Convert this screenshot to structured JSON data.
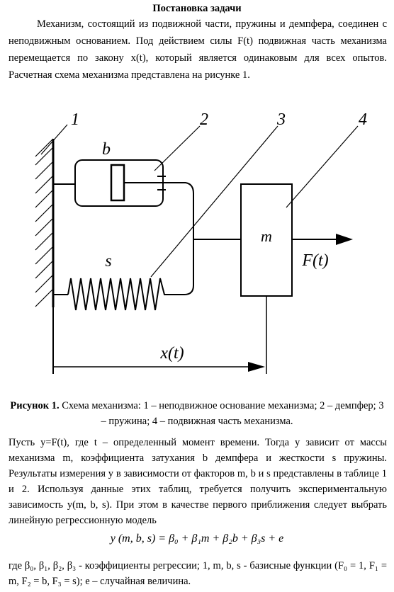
{
  "title": "Постановка задачи",
  "intro": "Механизм, состоящий из подвижной части, пружины и демпфера, соединен с неподвижным основанием. Под действием силы F(t) подвижная часть механизма перемещается по закону x(t), который является одинаковым для всех опытов. Расчетная схема механизма представлена на рисунке 1.",
  "figure": {
    "labels": {
      "n1": "1",
      "n2": "2",
      "n3": "3",
      "n4": "4",
      "b": "b",
      "s": "s",
      "m": "m",
      "force": "F(t)",
      "displacement": "x(t)"
    },
    "caption_bold": "Рисунок 1.",
    "caption_text": " Схема механизма: 1 – неподвижное основание механизма; 2 – демпфер; 3 – пружина; 4 – подвижная часть механизма."
  },
  "body": "Пусть y=F(t), где t – определенный момент времени. Тогда y зависит от массы механизма m, коэффициента затухания b демпфера и жесткости s пружины. Результаты измерения y в зависимости от факторов m, b и s представлены в таблице 1 и 2. Используя данные этих таблиц, требуется получить экспериментальную зависимость y(m, b, s).  При этом в качестве первого приближения следует выбрать линейную регрессионную модель",
  "formula": "y (m, b, s) =  β₀ + β₁m + β₂b + β₃s + e",
  "footer": "где β₀, β₁, β₂, β₃ - коэффициенты регрессии; 1, m, b, s -  базисные функции (F₀ = 1, F₁ = m, F₂ = b, F₃ = s); e – случайная величина."
}
